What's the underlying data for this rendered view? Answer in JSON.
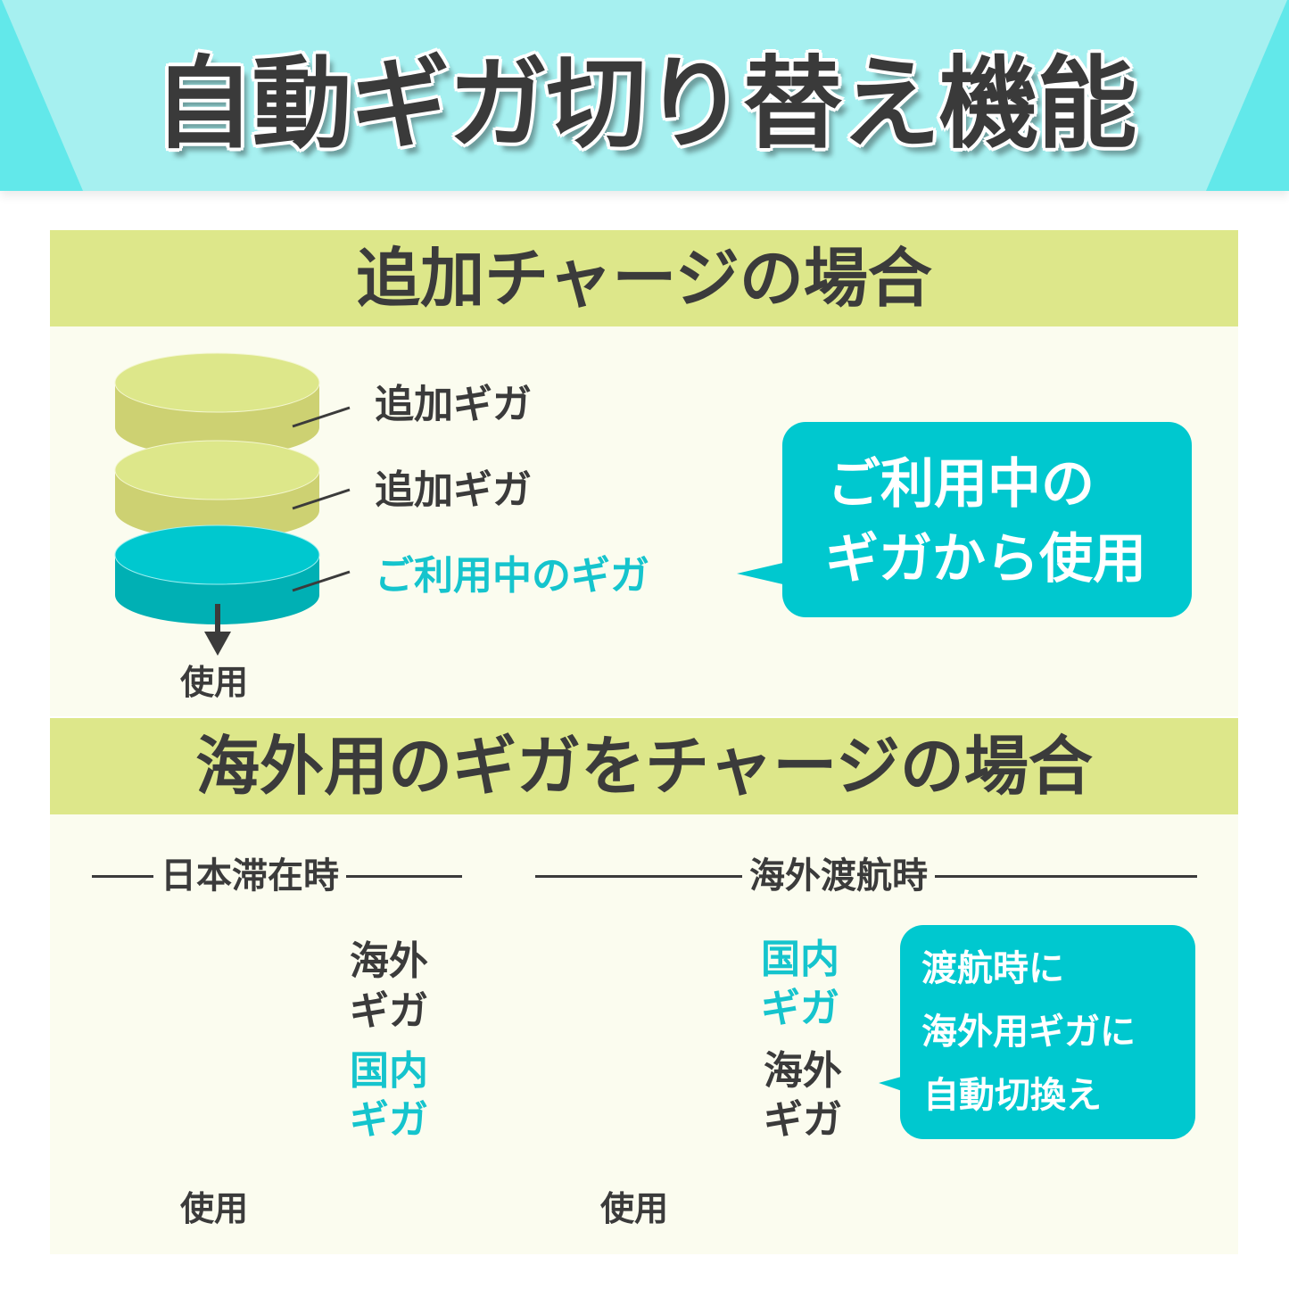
{
  "header": {
    "title": "自動ギガ切り替え機能",
    "colors": {
      "band": "#a6f0f0",
      "side": "#62e8ea"
    }
  },
  "section1": {
    "heading": "追加チャージの場合",
    "stack": [
      {
        "label": "追加ギガ",
        "color": "yellow-green"
      },
      {
        "label": "追加ギガ",
        "color": "yellow-green"
      },
      {
        "label": "ご利用中のギガ",
        "color": "cyan"
      }
    ],
    "use_label": "使用",
    "bubble": {
      "line1": "ご利用中の",
      "line2": "ギガから使用"
    }
  },
  "section2": {
    "heading": "海外用のギガをチャージの場合",
    "japan": {
      "title": "日本滞在時",
      "stack": [
        {
          "label_line1": "海外",
          "label_line2": "ギガ",
          "color": "olive"
        },
        {
          "label_line1": "国内",
          "label_line2": "ギガ",
          "color": "cyan"
        }
      ],
      "use_label": "使用"
    },
    "abroad": {
      "title": "海外渡航時",
      "stack": [
        {
          "label_line1": "国内",
          "label_line2": "ギガ",
          "color": "cyan"
        },
        {
          "label_line1": "海外",
          "label_line2": "ギガ",
          "color": "olive"
        }
      ],
      "use_label": "使用"
    },
    "bubble": {
      "line1": "渡航時に",
      "line2": "海外用ギガに",
      "line3": "自動切換え"
    }
  },
  "colors": {
    "section_header": "#dde78a",
    "section_body": "#fbfcef",
    "text_dark": "#3b3b3b",
    "accent_cyan": "#00c8cf",
    "disk_yellowgreen_top": "#dde78a",
    "disk_yellowgreen_side": "#cdd172",
    "disk_cyan_top": "#00c8cf",
    "disk_cyan_side": "#00b0b4",
    "disk_olive_top": "#d4c300",
    "disk_olive_side": "#c0ad00"
  }
}
